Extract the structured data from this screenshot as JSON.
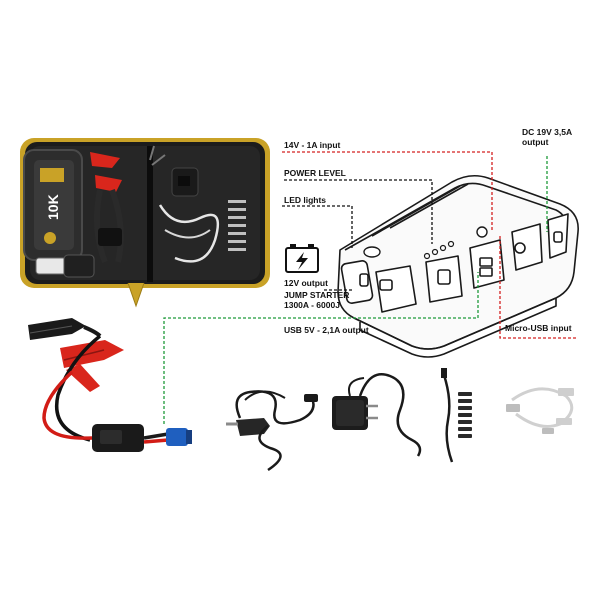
{
  "labels": {
    "input_14v": "14V - 1A input",
    "dc_output": "DC 19V 3,5A\noutput",
    "power_level": "POWER LEVEL",
    "led_lights": "LED lights",
    "output_12v": "12V output",
    "jump_starter": "JUMP STARTER\n1300A - 6000J",
    "usb_output": "USB 5V - 2,1A output",
    "micro_usb": "Micro-USB input"
  },
  "case_print": {
    "model": "10K"
  },
  "icons": [
    "carry-case",
    "jump-starter-unit",
    "battery-clamps",
    "car-charger-cable",
    "wall-adapter",
    "laptop-tips-cable",
    "usb-cable",
    "battery-lightning-icon"
  ],
  "colors": {
    "red_leader": "#d42020",
    "green_leader": "#1e9a3a",
    "black_leader": "#111111",
    "case_yellow": "#c9a227",
    "clamp_red": "#d9261c"
  }
}
